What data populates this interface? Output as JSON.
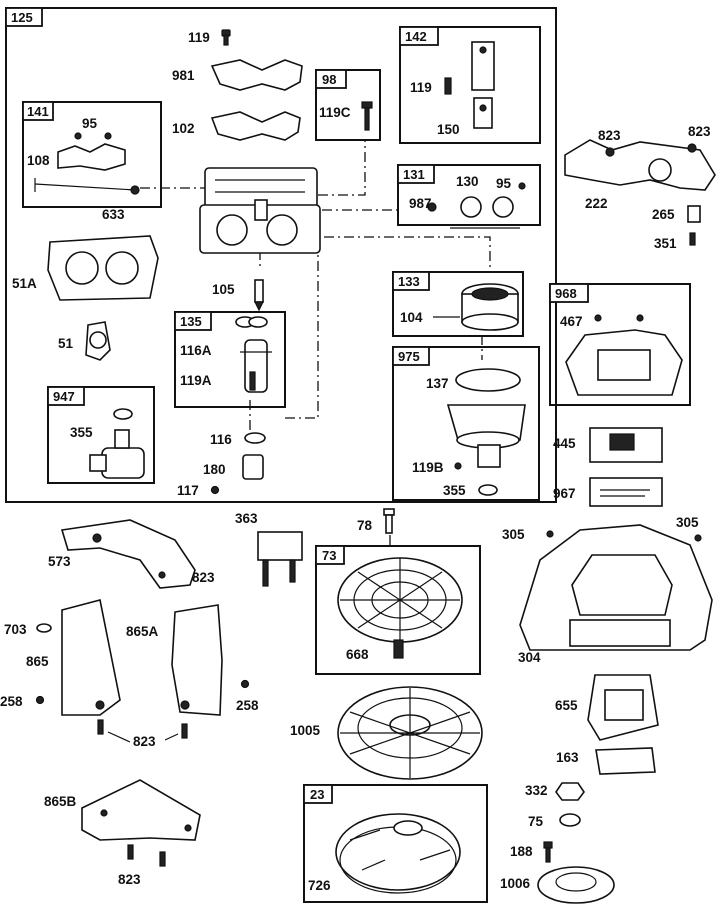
{
  "assemblies": {
    "a125": "125",
    "a141": "141",
    "a98": "98",
    "a142": "142",
    "a131": "131",
    "a133": "133",
    "a135": "135",
    "a947": "947",
    "a975": "975",
    "a968": "968",
    "a73": "73",
    "a23": "23"
  },
  "parts": {
    "p119_top": "119",
    "p981": "981",
    "p102": "102",
    "p119C": "119C",
    "p119_142": "119",
    "p150": "150",
    "p95_141": "95",
    "p108": "108",
    "p633": "633",
    "p130": "130",
    "p95_131": "95",
    "p987": "987",
    "p51A": "51A",
    "p51": "51",
    "p105": "105",
    "p104": "104",
    "p116A": "116A",
    "p119A": "119A",
    "p137": "137",
    "p355_947": "355",
    "p116": "116",
    "p180": "180",
    "p117": "117",
    "p119B": "119B",
    "p355_975": "355",
    "p823_a": "823",
    "p823_b": "823",
    "p222": "222",
    "p265": "265",
    "p351": "351",
    "p467": "467",
    "p445": "445",
    "p967": "967",
    "p363": "363",
    "p78": "78",
    "p305_a": "305",
    "p305_b": "305",
    "p573": "573",
    "p823_c": "823",
    "p703": "703",
    "p865A": "865A",
    "p865": "865",
    "p258_a": "258",
    "p258_b": "258",
    "p823_d": "823",
    "p668": "668",
    "p304": "304",
    "p1005": "1005",
    "p655": "655",
    "p163": "163",
    "p332": "332",
    "p75": "75",
    "p188": "188",
    "p865B": "865B",
    "p823_e": "823",
    "p726": "726",
    "p1006": "1006"
  }
}
